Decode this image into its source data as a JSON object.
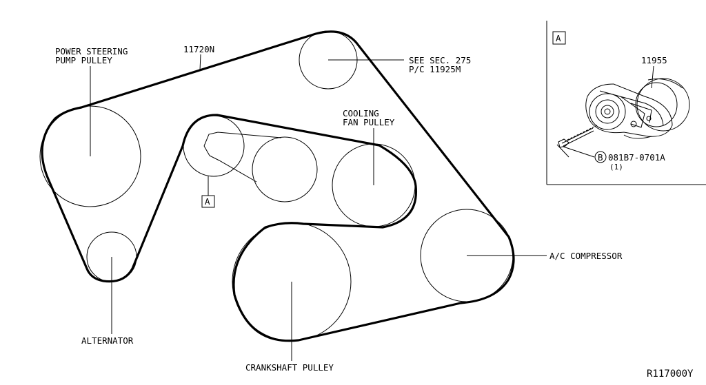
{
  "labels": {
    "power_steering_line1": "POWER STEERING",
    "power_steering_line2": "PUMP PULLEY",
    "belt_part": "11720N",
    "see_sec_line1": "SEE SEC. 275",
    "see_sec_line2": "P/C 11925M",
    "cooling_line1": "COOLING",
    "cooling_line2": "FAN PULLEY",
    "ac_compressor": "A/C COMPRESSOR",
    "alternator": "ALTERNATOR",
    "crankshaft": "CRANKSHAFT PULLEY",
    "callout_a": "A",
    "reference": "R117000Y"
  },
  "detail": {
    "view_label": "A",
    "tensioner_part": "11955",
    "bolt_marker": "B",
    "bolt_part": "081B7-0701A",
    "bolt_qty": "(1)"
  }
}
